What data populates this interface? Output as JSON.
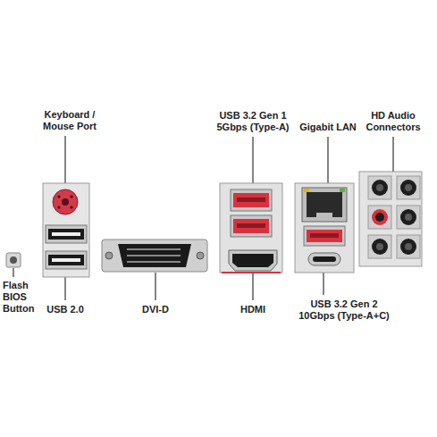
{
  "diagram": {
    "labels": [
      "Keyboard / Mouse Port",
      "USB 3.2 Gen 1 5Gbps (Type-A)",
      "Gigabit LAN",
      "HD Audio Connectors",
      "Flash BIOS Button",
      "USB 2.0",
      "DVI-D",
      "HDMI",
      "USB 3.2 Gen 2 10Gbps (Type-A+C)"
    ]
  }
}
